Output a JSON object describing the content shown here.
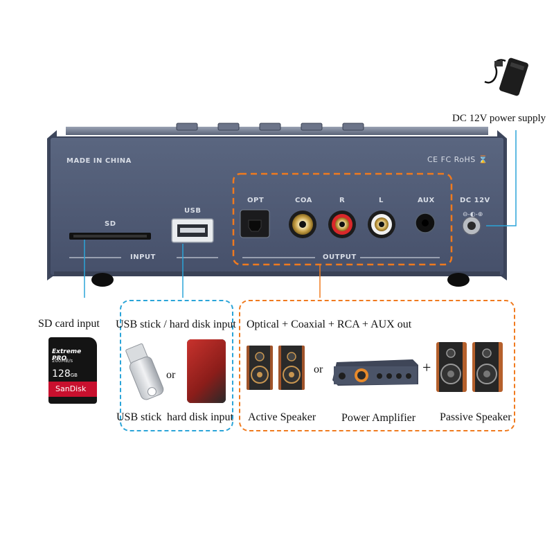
{
  "device": {
    "made_in": "MADE IN CHINA",
    "certs": "CE FC RoHS ⌛",
    "port_labels": {
      "sd": "SD",
      "usb": "USB",
      "opt": "OPT",
      "coa": "COA",
      "r": "R",
      "l": "L",
      "aux": "AUX",
      "dc": "DC 12V"
    },
    "group_labels": {
      "input": "INPUT",
      "output": "OUTPUT"
    }
  },
  "power": {
    "label": "DC 12V power supply"
  },
  "sd_section": {
    "title": "SD card input",
    "card_brand": "SanDisk",
    "card_line": "Extreme PRO",
    "card_capacity": "128",
    "card_unit": "GB",
    "card_speed": "200MB/s"
  },
  "usb_section": {
    "title": "USB stick / hard disk input",
    "or": "or",
    "left_caption": "USB stick",
    "right_caption": "hard disk input"
  },
  "output_section": {
    "title": "Optical + Coaxial + RCA + AUX out",
    "or": "or",
    "plus": "+",
    "captions": [
      "Active Speaker",
      "Power Amplifier",
      "Passive Speaker"
    ]
  },
  "colors": {
    "device_body": "#4f5a73",
    "orange": "#f07a1e",
    "blue": "#2aa4d8"
  }
}
